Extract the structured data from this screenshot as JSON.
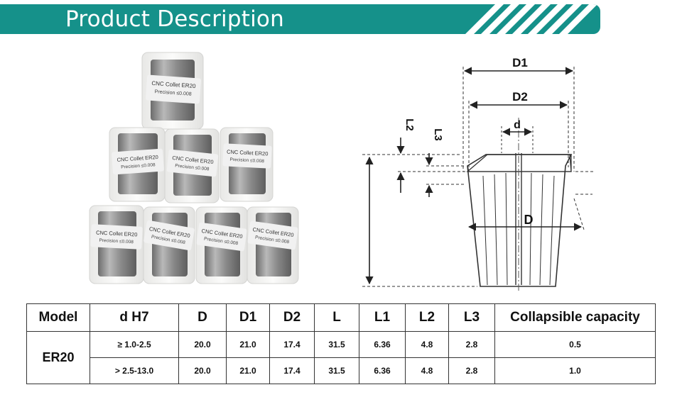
{
  "header": {
    "title": "Product Description",
    "color": "#15918a"
  },
  "product_labels": {
    "name": "CNC Collet ER20",
    "precision": "Precision ≤0.008"
  },
  "diagram": {
    "labels": {
      "D1": "D1",
      "D2": "D2",
      "d": "d",
      "D": "D",
      "L2": "L2",
      "L3": "L3"
    }
  },
  "table": {
    "headers": [
      "Model",
      "d  H7",
      "D",
      "D1",
      "D2",
      "L",
      "L1",
      "L2",
      "L3",
      "Collapsible capacity"
    ],
    "model": "ER20",
    "rows": [
      [
        "≥ 1.0-2.5",
        "20.0",
        "21.0",
        "17.4",
        "31.5",
        "6.36",
        "4.8",
        "2.8",
        "0.5"
      ],
      [
        "> 2.5-13.0",
        "20.0",
        "21.0",
        "17.4",
        "31.5",
        "6.36",
        "4.8",
        "2.8",
        "1.0"
      ]
    ]
  }
}
